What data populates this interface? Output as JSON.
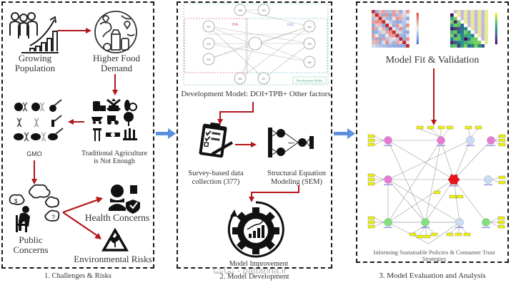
{
  "panels": [
    {
      "id": "challenges",
      "caption": "1. Challenges & Risks",
      "nodes": {
        "growing_population": [
          "Growing",
          "Population"
        ],
        "higher_food_demand": [
          "Higher Food",
          "Demand"
        ],
        "gmo": "GMO",
        "traditional_agriculture": [
          "Traditional Agriculture",
          "is Not Enough"
        ],
        "public_concerns": [
          "Public",
          "Concerns"
        ],
        "health_concerns": "Health Concerns",
        "environmental_risks": "Environmental Risks"
      },
      "icons": [
        "people-growth-chart-icon",
        "globe-food-icon",
        "gmo-dna-grid-icon",
        "farming-tools-grid-icon",
        "worried-person-thoughts-icon",
        "health-shield-icon",
        "environmental-warning-icon"
      ]
    },
    {
      "id": "development",
      "caption": "2. Model Development",
      "nodes": {
        "development_model": "Development Model: DOI+TPB+ Other factors",
        "survey": [
          "Survey-based data",
          "collection (377)"
        ],
        "sem": [
          "Structural Equation",
          "Modeling (SEM)"
        ],
        "model_improvement": "Model Improvement"
      },
      "model_diagram": {
        "group_labels": [
          "TPB",
          "DOI",
          "Development Model"
        ],
        "nodes": [
          "H8",
          "H9",
          "H1",
          "H3",
          "H2",
          "H4",
          "H5",
          "H6",
          "H7"
        ]
      }
    },
    {
      "id": "evaluation",
      "caption": "3. Model Evaluation and Analysis",
      "nodes": {
        "model_fit": "Model Fit & Validation",
        "informing": "Informing Sustainable Policies & Consumer Trust Strategies"
      },
      "heatmaps": [
        {
          "name": "correlation-matrix",
          "colormap": "coolwarm"
        },
        {
          "name": "htmt-matrix",
          "colormap": "viridis"
        }
      ]
    }
  ],
  "watermark": "تماشا - pattarina.ir",
  "colors": {
    "arrow_red": "#b3161b",
    "arrow_blue": "#5b8ee0",
    "border": "#1a1a1a",
    "node_pink": "#e87ad6",
    "node_red": "#e8141a",
    "node_lightblue": "#c9ddf5",
    "node_green": "#7ee37a",
    "indicator_yellow": "#eef20a"
  }
}
